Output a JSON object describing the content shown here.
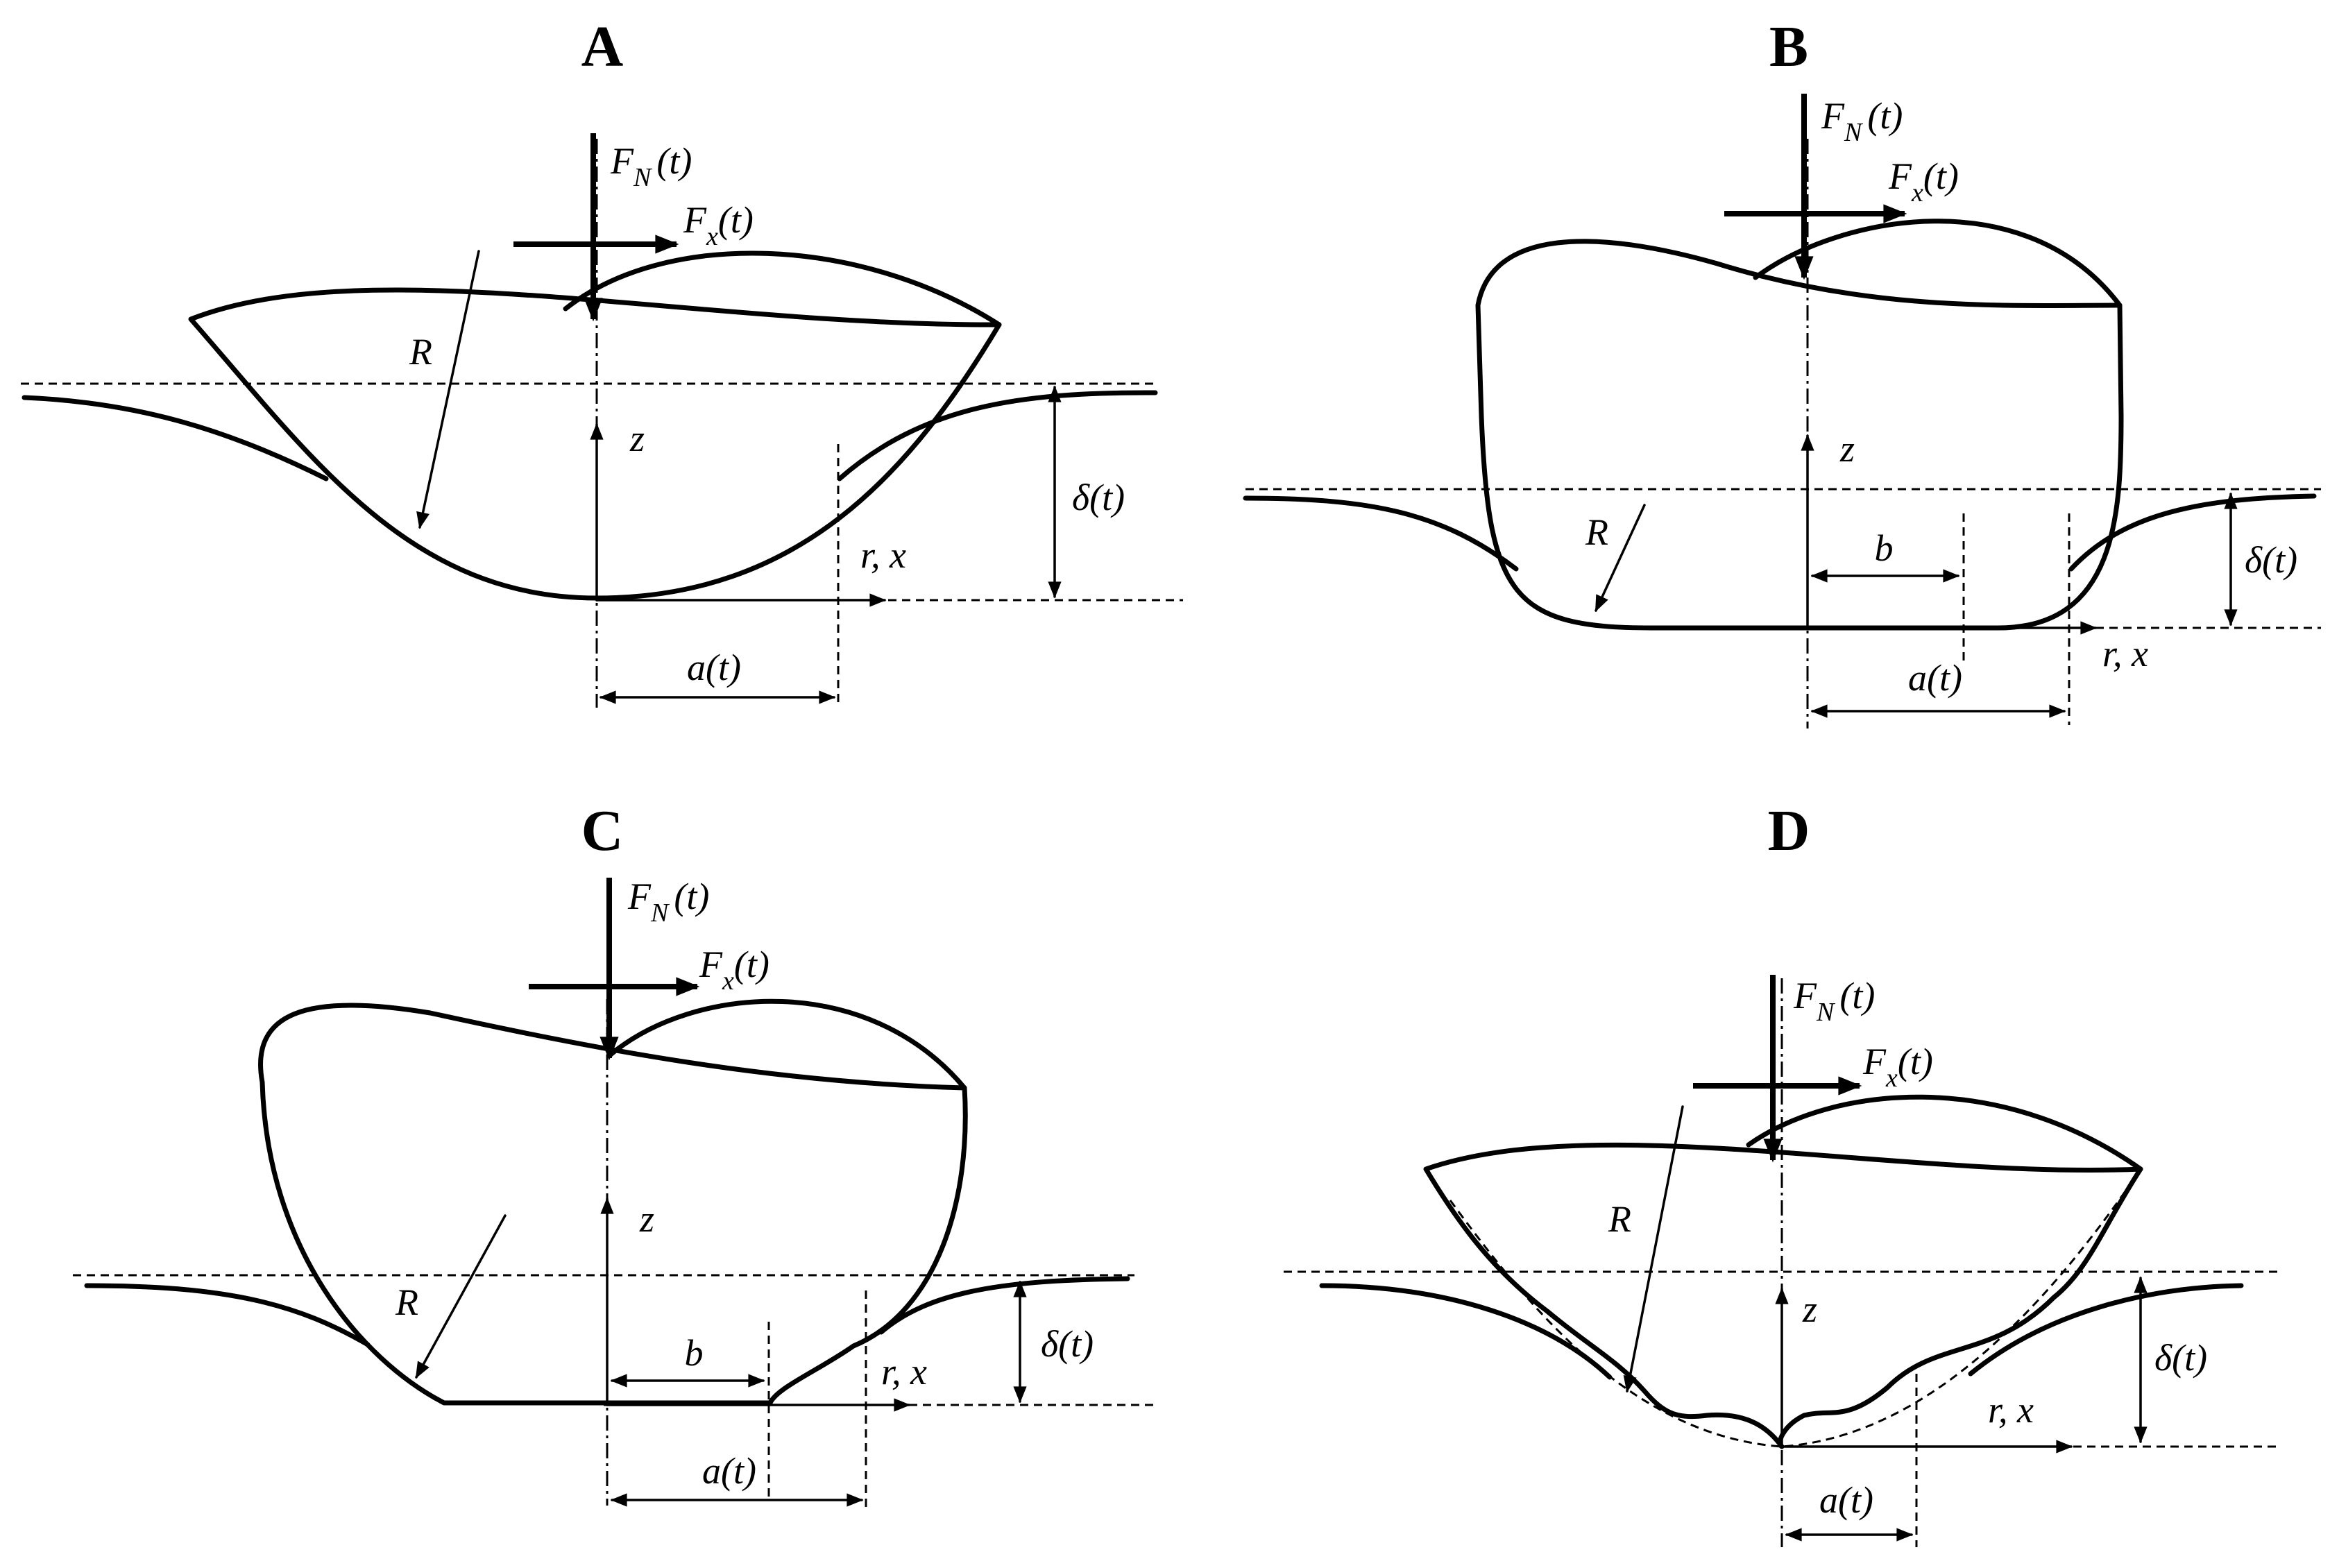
{
  "panels": [
    {
      "id": "A",
      "label": "A",
      "force_normal": "F",
      "force_normal_sub": "N",
      "force_normal_arg": "(t)",
      "force_tangential": "F",
      "force_tangential_sub": "x",
      "force_tangential_arg": "(t)",
      "radius": "R",
      "axis_z": "z",
      "axis_rx": "r, x",
      "depth": "δ(t)",
      "contact_radius": "a(t)"
    },
    {
      "id": "B",
      "label": "B",
      "force_normal": "F",
      "force_normal_sub": "N",
      "force_normal_arg": "(t)",
      "force_tangential": "F",
      "force_tangential_sub": "x",
      "force_tangential_arg": "(t)",
      "radius": "R",
      "axis_z": "z",
      "axis_rx": "r, x",
      "depth": "δ(t)",
      "contact_radius": "a(t)",
      "flat_radius": "b"
    },
    {
      "id": "C",
      "label": "C",
      "force_normal": "F",
      "force_normal_sub": "N",
      "force_normal_arg": "(t)",
      "force_tangential": "F",
      "force_tangential_sub": "x",
      "force_tangential_arg": "(t)",
      "radius": "R",
      "axis_z": "z",
      "axis_rx": "r, x",
      "depth": "δ(t)",
      "contact_radius": "a(t)",
      "flat_radius": "b"
    },
    {
      "id": "D",
      "label": "D",
      "force_normal": "F",
      "force_normal_sub": "N",
      "force_normal_arg": "(t)",
      "force_tangential": "F",
      "force_tangential_sub": "x",
      "force_tangential_arg": "(t)",
      "radius": "R",
      "axis_z": "z",
      "axis_rx": "r, x",
      "depth": "δ(t)",
      "contact_radius": "a(t)"
    }
  ]
}
